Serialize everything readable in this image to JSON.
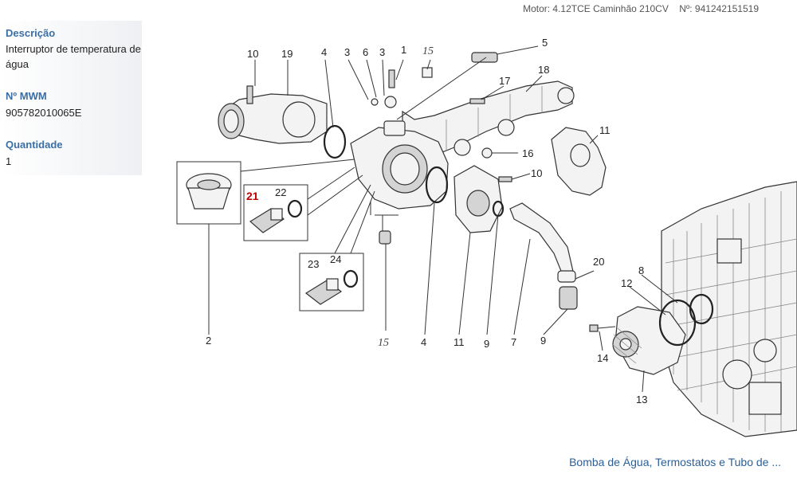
{
  "header": {
    "motor": "Motor: 4.12TCE Caminhão 210CV",
    "number": "Nº: 941242151519"
  },
  "info": {
    "descricao_label": "Descrição",
    "descricao_value": "Interruptor de temperatura de água",
    "mwm_label": "Nº MWM",
    "mwm_value": "905782010065E",
    "quantidade_label": "Quantidade",
    "quantidade_value": "1"
  },
  "diagram": {
    "callouts": {
      "n1": "1",
      "n2": "2",
      "n3a": "3",
      "n3b": "3",
      "n4a": "4",
      "n4b": "4",
      "n5": "5",
      "n6": "6",
      "n7": "7",
      "n8": "8",
      "n9a": "9",
      "n9b": "9",
      "n10a": "10",
      "n10b": "10",
      "n11a": "11",
      "n11b": "11",
      "n12": "12",
      "n13": "13",
      "n14": "14",
      "n15a": "15",
      "n15b": "15",
      "n16": "16",
      "n17": "17",
      "n18": "18",
      "n19": "19",
      "n20": "20",
      "n21": "21",
      "n22": "22",
      "n23": "23",
      "n24": "24"
    },
    "highlight_color": "#c00000"
  },
  "footer": {
    "link_text": "Bomba de Água, Termostatos e Tubo de ..."
  }
}
